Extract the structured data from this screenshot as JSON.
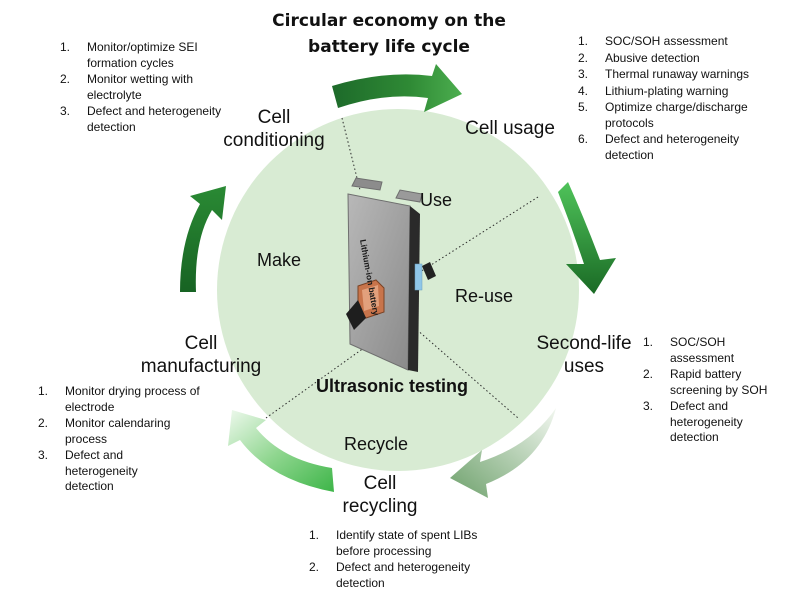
{
  "title": "Circular economy on the battery life cycle",
  "center_label": "Ultrasonic testing",
  "battery_text": "Lithium-ion battery",
  "inner_labels": {
    "use": "Use",
    "make": "Make",
    "reuse": "Re-use",
    "recycle": "Recycle"
  },
  "stages": {
    "conditioning": "Cell conditioning",
    "usage": "Cell usage",
    "second_life": "Second-life uses",
    "recycling": "Cell recycling",
    "manufacturing": "Cell manufacturing"
  },
  "lists": {
    "conditioning": [
      "Monitor/optimize SEI formation cycles",
      "Monitor wetting with electrolyte",
      "Defect and heterogeneity detection"
    ],
    "usage": [
      "SOC/SOH assessment",
      "Abusive detection",
      "Thermal runaway warnings",
      "Lithium-plating warning",
      "Optimize charge/discharge protocols",
      "Defect and heterogeneity detection"
    ],
    "second_life": [
      "SOC/SOH assessment",
      "Rapid battery screening by SOH",
      "Defect and heterogeneity detection"
    ],
    "recycling": [
      "Identify state of spent LIBs before processing",
      "Defect and heterogeneity detection"
    ],
    "manufacturing": [
      "Monitor drying process of electrode",
      "Monitor calendaring process",
      "Defect and heterogeneity detection"
    ]
  },
  "colors": {
    "circle_fill": "#d8ebd3",
    "arrow_dark": "#1e6b2a",
    "arrow_light": "#8fd68f",
    "battery_body": "#9a9a9a",
    "battery_side": "#2a2a2a",
    "copper_tab": "#c8744b"
  }
}
